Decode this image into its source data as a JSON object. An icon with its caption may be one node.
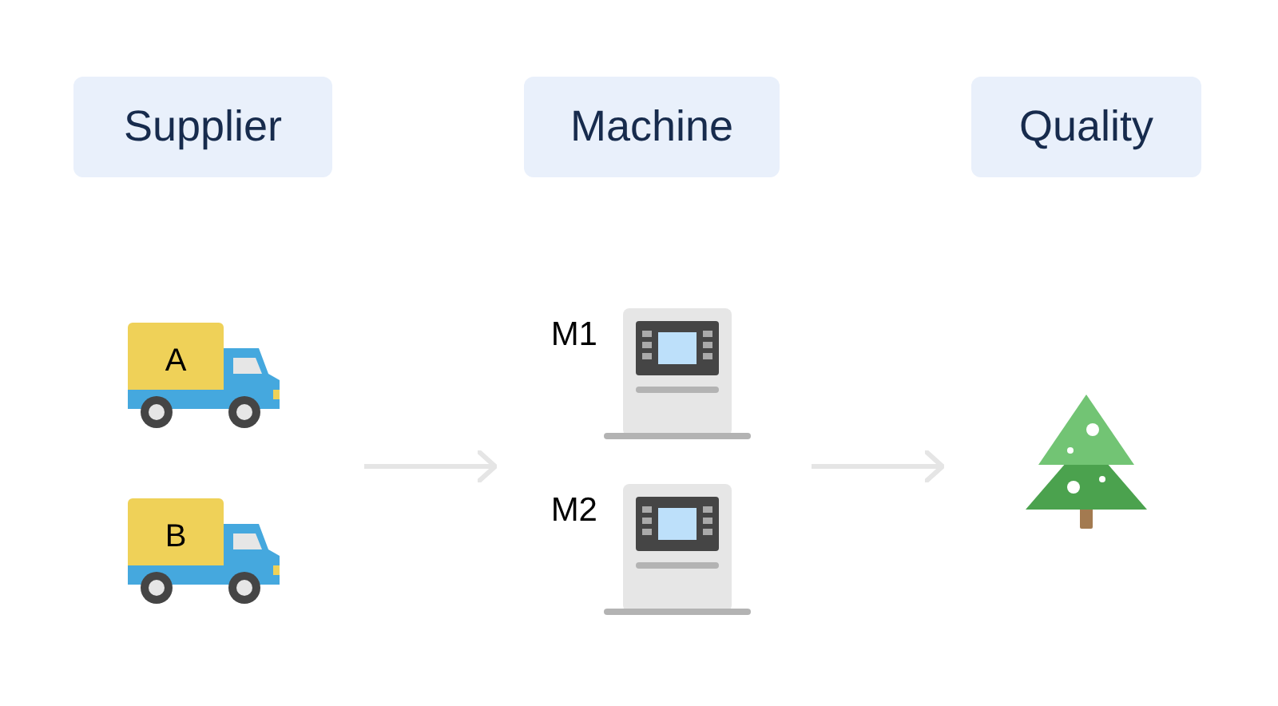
{
  "diagram": {
    "nodes": [
      {
        "text": [
          "Supplier"
        ]
      },
      {
        "text": [
          "Machine"
        ]
      },
      {
        "text": [
          "Quality"
        ]
      },
      {
        "text": [
          "A"
        ]
      },
      {
        "text": [
          "B"
        ]
      },
      {
        "text": [],
        "shape": "picture",
        "beside": [
          "M1"
        ]
      },
      {
        "text": [],
        "shape": "picture",
        "beside": [
          "M2"
        ]
      },
      {
        "text": [],
        "shape": "picture"
      }
    ]
  }
}
